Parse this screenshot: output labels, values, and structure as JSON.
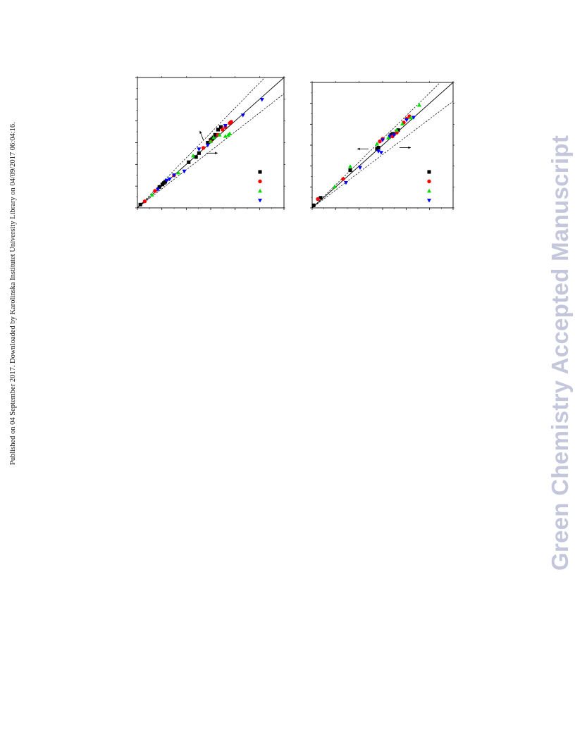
{
  "page": {
    "side_note": "Published on 04 September 2017. Downloaded by Karolinska Institutet University Library on 04/09/2017 06:04:16.",
    "watermark": "Green Chemistry Accepted Manuscript"
  },
  "colors": {
    "series": [
      "#000000",
      "#ff0000",
      "#00dd00",
      "#0000ff"
    ],
    "axis": "#000000",
    "reference_line": "#000000"
  },
  "chart_data": [
    {
      "type": "scatter",
      "xlim": [
        0,
        1
      ],
      "ylim": [
        0,
        1
      ],
      "grid": false,
      "legend_position": "bottom-right",
      "legend_labels_visible": false,
      "reference_lines": [
        {
          "style": "solid",
          "slope": 1.0
        },
        {
          "style": "dashed",
          "slope": 1.15
        },
        {
          "style": "dashed",
          "slope": 0.875
        }
      ],
      "annotation_arrows": [
        {
          "direction": "up-left",
          "x": 0.45,
          "y": 0.52
        },
        {
          "direction": "right",
          "x": 0.47,
          "y": 0.42
        }
      ],
      "series": [
        {
          "marker": "square",
          "points": [
            [
              0.02,
              0.025
            ],
            [
              0.15,
              0.16
            ],
            [
              0.17,
              0.18
            ],
            [
              0.18,
              0.19
            ],
            [
              0.19,
              0.2
            ],
            [
              0.35,
              0.35
            ],
            [
              0.4,
              0.39
            ],
            [
              0.42,
              0.42
            ],
            [
              0.48,
              0.5
            ],
            [
              0.5,
              0.52
            ],
            [
              0.51,
              0.53
            ],
            [
              0.52,
              0.54
            ],
            [
              0.53,
              0.56
            ],
            [
              0.55,
              0.6
            ],
            [
              0.57,
              0.62
            ]
          ]
        },
        {
          "marker": "circle",
          "points": [
            [
              0.05,
              0.05
            ],
            [
              0.12,
              0.13
            ],
            [
              0.25,
              0.25
            ],
            [
              0.45,
              0.46
            ],
            [
              0.5,
              0.51
            ],
            [
              0.55,
              0.56
            ],
            [
              0.58,
              0.6
            ],
            [
              0.6,
              0.62
            ],
            [
              0.63,
              0.65
            ],
            [
              0.64,
              0.66
            ]
          ]
        },
        {
          "marker": "triangle-up",
          "points": [
            [
              0.1,
              0.1
            ],
            [
              0.28,
              0.27
            ],
            [
              0.38,
              0.4
            ],
            [
              0.5,
              0.51
            ],
            [
              0.52,
              0.54
            ],
            [
              0.56,
              0.56
            ],
            [
              0.6,
              0.55
            ],
            [
              0.62,
              0.56
            ],
            [
              0.63,
              0.57
            ]
          ]
        },
        {
          "marker": "triangle-down",
          "points": [
            [
              0.14,
              0.14
            ],
            [
              0.2,
              0.21
            ],
            [
              0.22,
              0.22
            ],
            [
              0.25,
              0.25
            ],
            [
              0.32,
              0.28
            ],
            [
              0.42,
              0.45
            ],
            [
              0.48,
              0.48
            ],
            [
              0.6,
              0.63
            ],
            [
              0.72,
              0.71
            ],
            [
              0.85,
              0.83
            ]
          ]
        }
      ]
    },
    {
      "type": "scatter",
      "xlim": [
        0,
        1
      ],
      "ylim": [
        0,
        1
      ],
      "grid": false,
      "legend_position": "bottom-right",
      "legend_labels_visible": false,
      "reference_lines": [
        {
          "style": "solid",
          "slope": 1.0
        },
        {
          "style": "dashed",
          "slope": 1.1
        },
        {
          "style": "dashed",
          "slope": 0.85
        }
      ],
      "annotation_arrows": [
        {
          "direction": "left",
          "x": 0.4,
          "y": 0.47
        },
        {
          "direction": "right",
          "x": 0.62,
          "y": 0.48
        }
      ],
      "series": [
        {
          "marker": "square",
          "points": [
            [
              0.01,
              0.02
            ],
            [
              0.06,
              0.08
            ],
            [
              0.27,
              0.3
            ],
            [
              0.46,
              0.47
            ],
            [
              0.47,
              0.48
            ],
            [
              0.56,
              0.58
            ],
            [
              0.57,
              0.59
            ],
            [
              0.58,
              0.59
            ],
            [
              0.6,
              0.61
            ],
            [
              0.61,
              0.62
            ]
          ]
        },
        {
          "marker": "circle",
          "points": [
            [
              0.04,
              0.07
            ],
            [
              0.22,
              0.23
            ],
            [
              0.48,
              0.53
            ],
            [
              0.5,
              0.55
            ],
            [
              0.57,
              0.57
            ],
            [
              0.6,
              0.6
            ],
            [
              0.65,
              0.68
            ],
            [
              0.67,
              0.71
            ],
            [
              0.69,
              0.73
            ]
          ]
        },
        {
          "marker": "triangle-up",
          "points": [
            [
              0.16,
              0.17
            ],
            [
              0.27,
              0.33
            ],
            [
              0.46,
              0.51
            ],
            [
              0.54,
              0.56
            ],
            [
              0.6,
              0.62
            ],
            [
              0.64,
              0.67
            ],
            [
              0.7,
              0.72
            ],
            [
              0.76,
              0.82
            ]
          ]
        },
        {
          "marker": "triangle-down",
          "points": [
            [
              0.24,
              0.2
            ],
            [
              0.34,
              0.32
            ],
            [
              0.47,
              0.45
            ],
            [
              0.49,
              0.44
            ],
            [
              0.5,
              0.54
            ],
            [
              0.55,
              0.57
            ],
            [
              0.58,
              0.58
            ],
            [
              0.67,
              0.7
            ],
            [
              0.72,
              0.72
            ]
          ]
        }
      ]
    }
  ]
}
